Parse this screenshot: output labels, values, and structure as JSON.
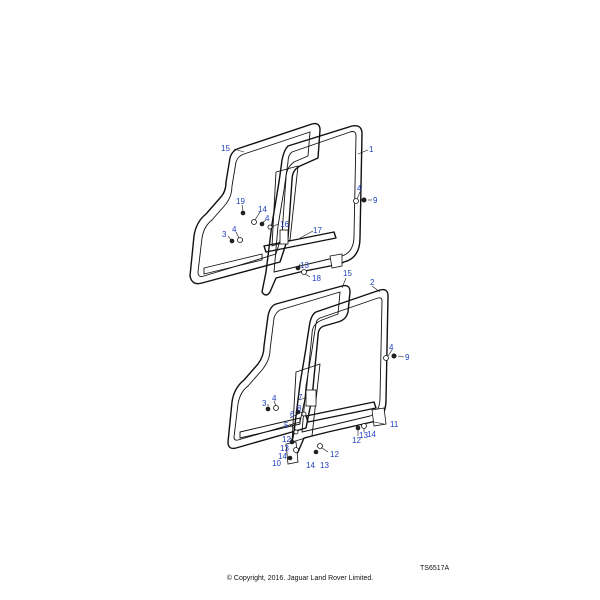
{
  "drawing_code": "TS6517A",
  "copyright": "© Copyright, 2016. Jaguar Land Rover Limited.",
  "callouts": {
    "c1": "1",
    "c2": "2",
    "c3a": "3",
    "c3b": "3",
    "c4a": "4",
    "c4b": "4",
    "c4c": "4",
    "c4d": "4",
    "c5": "5",
    "c6": "6",
    "c7": "7",
    "c8": "8",
    "c9a": "9",
    "c9b": "9",
    "c10": "10",
    "c11": "11",
    "c12a": "12",
    "c12b": "12",
    "c12c": "12",
    "c13a": "13",
    "c13b": "13",
    "c13c": "13",
    "c13d": "13",
    "c14a": "14",
    "c14b": "14",
    "c14c": "14",
    "c14d": "14",
    "c15a": "15",
    "c15b": "15",
    "c16": "16",
    "c17": "17",
    "c18": "18",
    "c19": "19"
  },
  "colors": {
    "callout": "#1f3fbf",
    "line": "#111111",
    "background": "#ffffff"
  }
}
